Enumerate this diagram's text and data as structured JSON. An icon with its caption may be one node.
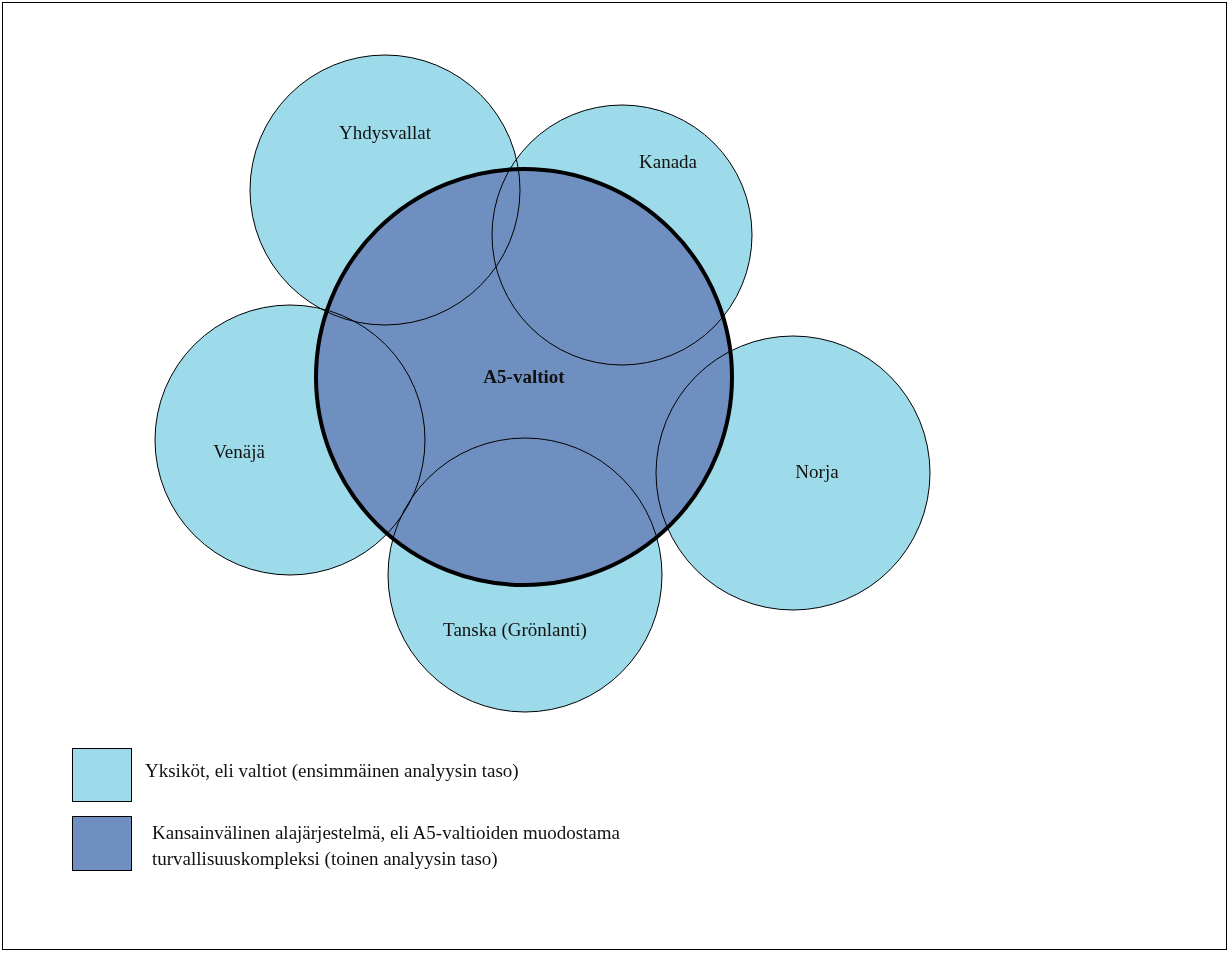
{
  "diagram": {
    "nodes": [
      {
        "text": [
          "Yhdysvallat"
        ]
      },
      {
        "text": [
          "Kanada"
        ]
      },
      {
        "text": [
          "Venäjä"
        ]
      },
      {
        "text": [
          "A5-valtiot"
        ]
      },
      {
        "text": [
          "Norja"
        ]
      },
      {
        "text": [
          "Tanska (Grönlanti)"
        ]
      }
    ],
    "edges": [],
    "legend": [
      {
        "text": "Yksiköt, eli valtiot (ensimmäinen analyysin taso)",
        "color": "#9ddbea"
      },
      {
        "text": "Kansainvälinen alajärjestelmä, eli A5-valtioiden muodostama turvallisuuskompleksi (toinen analyysin taso)",
        "color": "#6f8fc0"
      }
    ]
  }
}
